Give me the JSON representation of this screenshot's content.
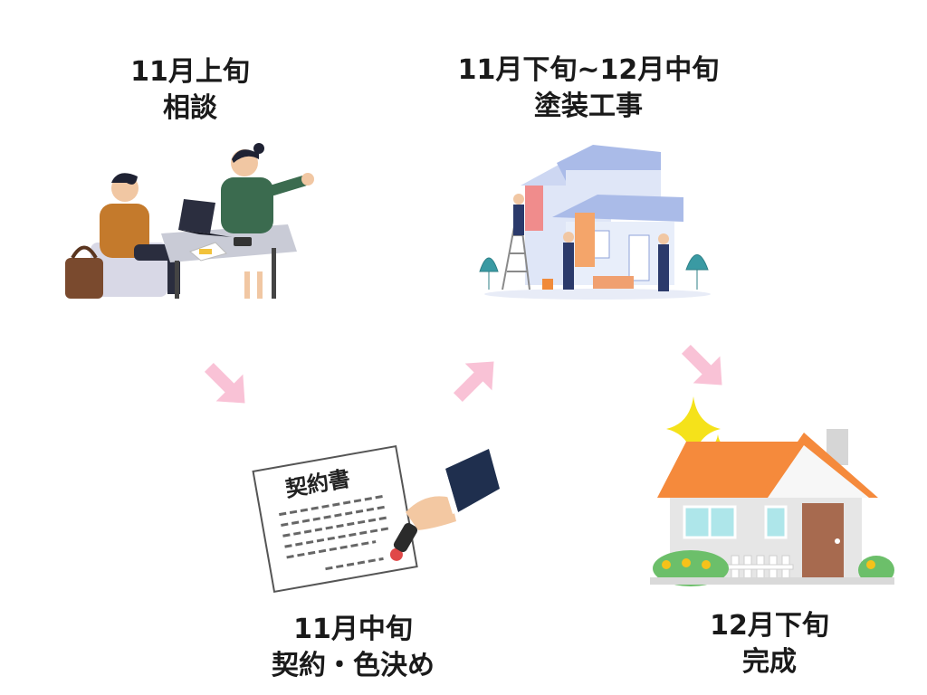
{
  "steps": [
    {
      "period": "11月上旬",
      "title": "相談"
    },
    {
      "period": "11月中旬",
      "title": "契約・色決め"
    },
    {
      "period": "11月下旬~12月中旬",
      "title": "塗装工事"
    },
    {
      "period": "12月下旬",
      "title": "完成"
    }
  ],
  "contract_doc_title": "契約書",
  "colors": {
    "arrow": "#f9c2d6",
    "roof_orange": "#f58a3c",
    "house_blue": "#aabbe8",
    "sparkle": "#f5e21a",
    "green": "#6cbf6a"
  }
}
